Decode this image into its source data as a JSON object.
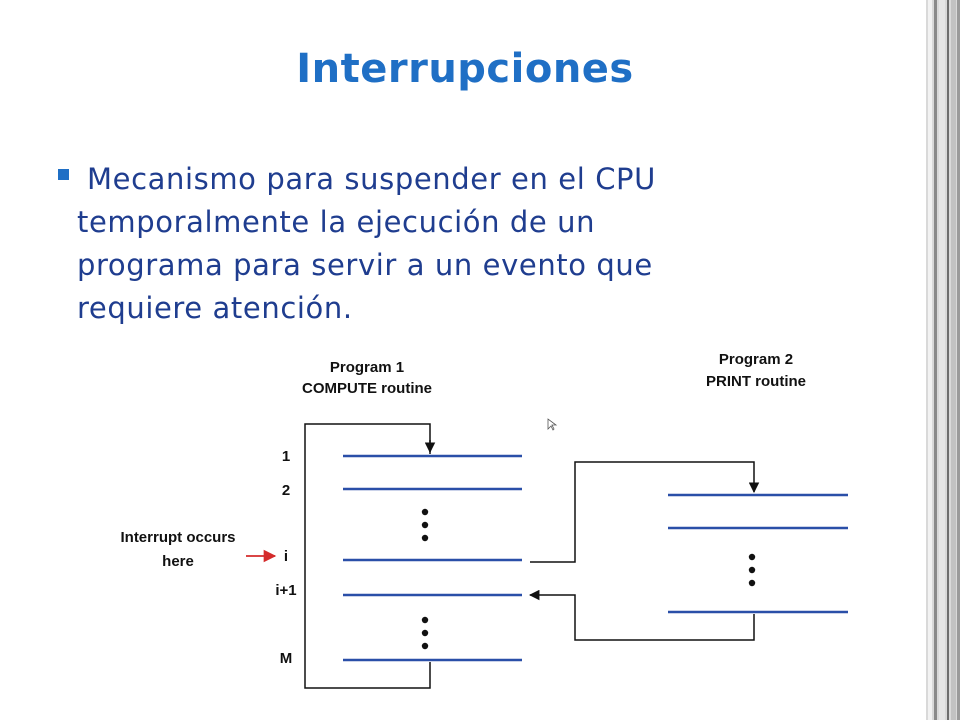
{
  "slide": {
    "title": "Interrupciones",
    "bullet_lines": [
      "Mecanismo para suspender en el CPU",
      "temporalmente la ejecución de un",
      "programa para servir a un evento que",
      "requiere atención."
    ]
  },
  "diagram": {
    "program1_title": "Program 1",
    "program1_subtitle": "COMPUTE routine",
    "program2_title": "Program 2",
    "program2_subtitle": "PRINT routine",
    "interrupt_label_line1": "Interrupt occurs",
    "interrupt_label_line2": "here",
    "row_labels": [
      "1",
      "2",
      "i",
      "i+1",
      "M"
    ]
  },
  "colors": {
    "title": "#1f6fc5",
    "body_text": "#1f3d8f",
    "bullet": "#1f6fc5",
    "instruction_line": "#2a4fa8",
    "interrupt_arrow": "#d42b2b",
    "flow_line": "#111111"
  },
  "icons": {
    "bullet": "square-bullet-icon",
    "cursor": "mouse-pointer-icon"
  }
}
